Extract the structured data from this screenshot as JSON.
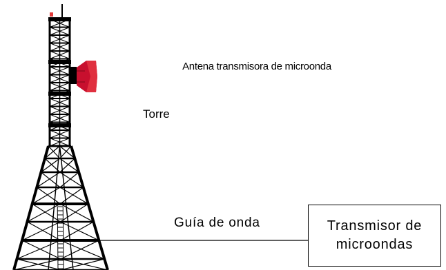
{
  "labels": {
    "antenna": "Antena transmisora de microonda",
    "tower": "Torre",
    "waveguide": "Guía de onda",
    "transmitter": "Transmisor de microondas"
  },
  "colors": {
    "tower": "#000000",
    "antenna_dish": "#c8102e",
    "tip_light": "#e23b3b",
    "background": "#ffffff"
  }
}
